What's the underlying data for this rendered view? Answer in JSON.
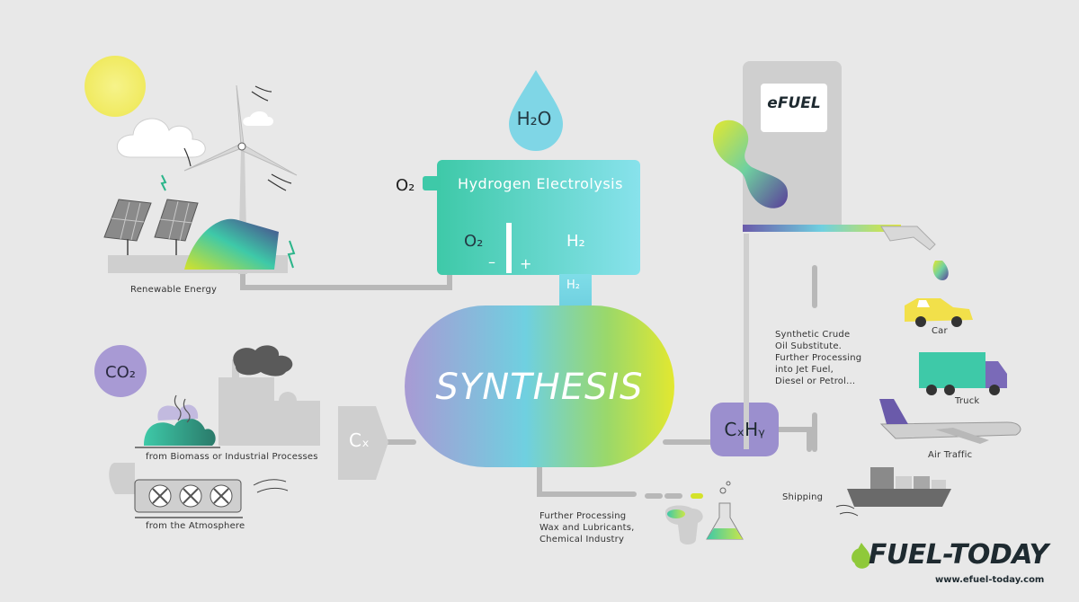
{
  "labels": {
    "renewable_energy": "Renewable Energy",
    "h2o": "H₂O",
    "electrolysis_title": "Hydrogen Electrolysis",
    "electrolysis_o2": "O₂",
    "electrolysis_h2": "H₂",
    "minus": "–",
    "plus": "+",
    "o2_out": "O₂",
    "h2_pipe": "H₂",
    "synthesis": "SYNTHESIS",
    "cx": "Cₓ",
    "cxhy": "CₓHᵧ",
    "co2": "CO₂",
    "biomass": "from Biomass or Industrial Processes",
    "atmosphere": "from the Atmosphere",
    "further_processing": "Further Processing\nWax and Lubricants,\nChemical Industry",
    "crude_substitute": "Synthetic Crude\nOil Substitute.\nFurther Processing\ninto Jet Fuel,\nDiesel or Petrol...",
    "car": "Car",
    "truck": "Truck",
    "air_traffic": "Air Traffic",
    "shipping": "Shipping",
    "efuel_sign": "eFUEL",
    "brand_e": "e",
    "brand_rest": "FUEL-TODAY",
    "brand_url": "www.efuel-today.com"
  },
  "colors": {
    "background": "#e8e8e8",
    "pipe": "#b8b8b8",
    "teal": "#3ec9a8",
    "cyan": "#7fdde8",
    "purple": "#9b8fce",
    "lime": "#d4e22a",
    "yellow_sun": "#f2ee6a",
    "dark": "#1e2a30"
  }
}
